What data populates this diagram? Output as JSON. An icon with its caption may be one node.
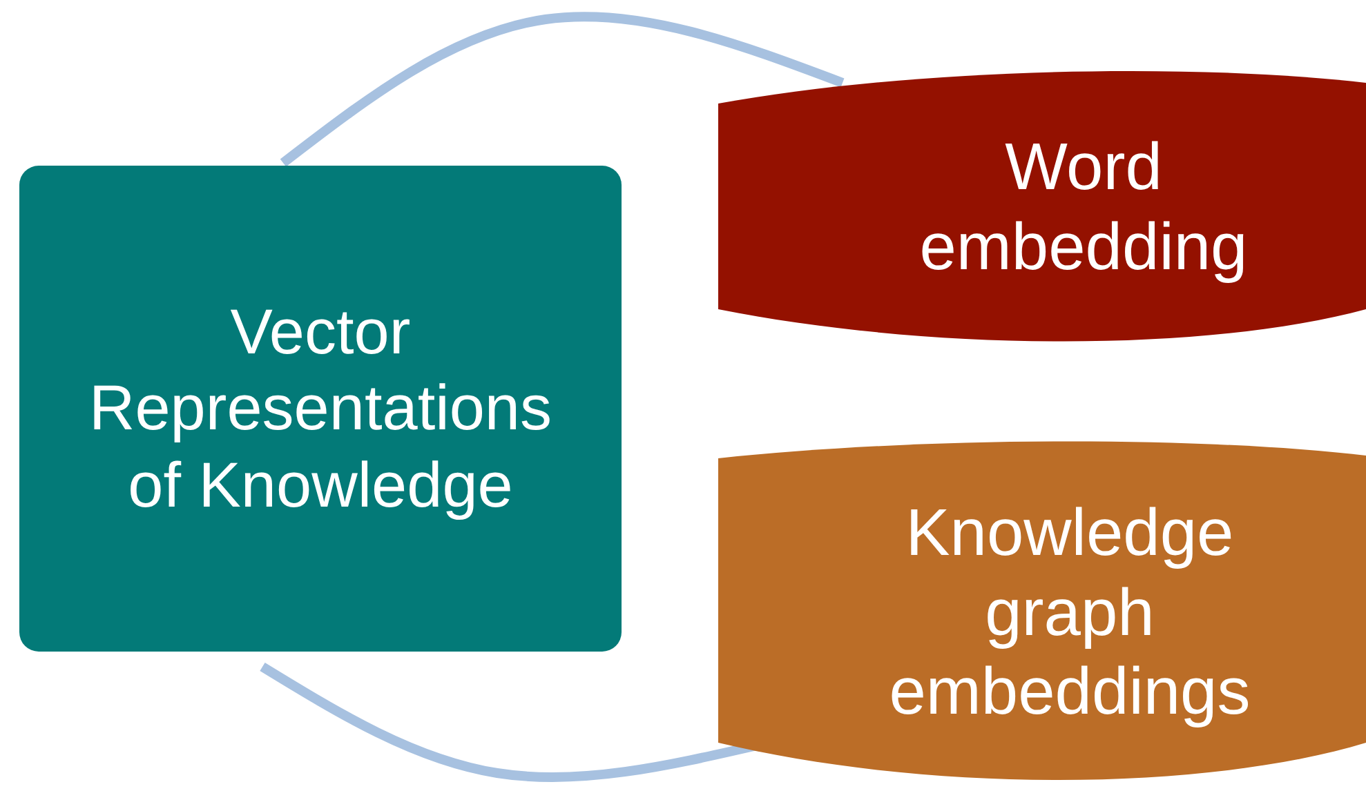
{
  "diagram": {
    "nodes": [
      {
        "text": [
          "Vector Representations of Knowledge"
        ]
      },
      {
        "text": [
          "Word embedding"
        ]
      },
      {
        "text": [
          "Knowledge graph embeddings"
        ]
      }
    ],
    "edges": [
      {
        "from": 0,
        "to": 1,
        "arrow": "none"
      },
      {
        "from": 0,
        "to": 2,
        "arrow": "none"
      }
    ]
  }
}
